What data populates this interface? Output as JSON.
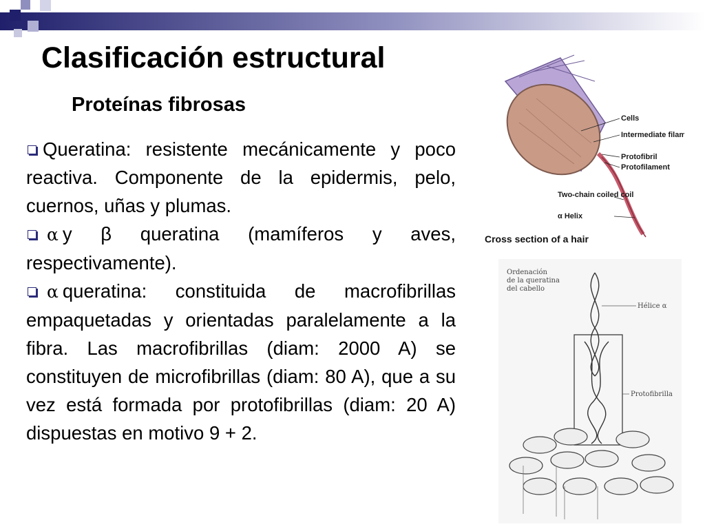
{
  "slide": {
    "title": "Clasificación estructural",
    "subtitle": "Proteínas fibrosas",
    "paragraphs": [
      {
        "prefix": "",
        "text": "Queratina: resistente mecánicamente y poco reactiva. Componente de la epidermis, pelo, cuernos, uñas y plumas."
      },
      {
        "prefix": "α",
        "text": "y β queratina (mamíferos y aves, respectivamente)."
      },
      {
        "prefix": "α",
        "text": "queratina: constituida de macrofibrillas empaquetadas y orientadas paralelamente a la fibra. Las macrofibrillas (diam: 2000 A) se constituyen de microfibrillas (diam: 80 A), que a su vez está formada por protofibrillas (diam: 20 A) dispuestas en motivo 9 + 2."
      }
    ]
  },
  "figure_hair": {
    "labels": [
      "Cells",
      "Intermediate filament",
      "Protofibril",
      "Protofilament",
      "Two-chain coiled coil",
      "α Helix"
    ],
    "caption": "Cross section of a hair"
  },
  "figure_keratin": {
    "heading_lines": [
      "Ordenación",
      "de la queratina",
      "del cabello"
    ],
    "label_helix": "Hélice α",
    "label_protofibril": "Protofibrilla"
  },
  "colors": {
    "accent": "#1f1f6b",
    "hair": "#b9a6d6",
    "core": "#c99a86",
    "helix": "#c45a6a"
  }
}
